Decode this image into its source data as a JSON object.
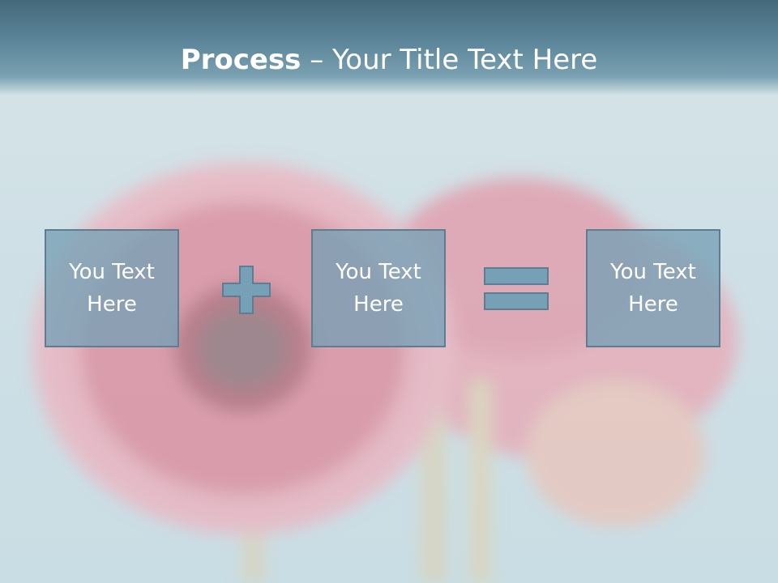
{
  "slide": {
    "title_bold": "Process",
    "title_rest": " – Your Title Text Here",
    "boxes": [
      {
        "line1": "You Text",
        "line2": "Here"
      },
      {
        "line1": "You Text",
        "line2": "Here"
      },
      {
        "line1": "You Text",
        "line2": "Here"
      }
    ],
    "operators": [
      "plus-icon",
      "equals-icon"
    ]
  },
  "colors": {
    "header": "#5d869a",
    "box_fill": "#76a0b5",
    "box_border": "#5d7e90",
    "title_text": "#ffffff",
    "flower": "#e89aa8"
  }
}
